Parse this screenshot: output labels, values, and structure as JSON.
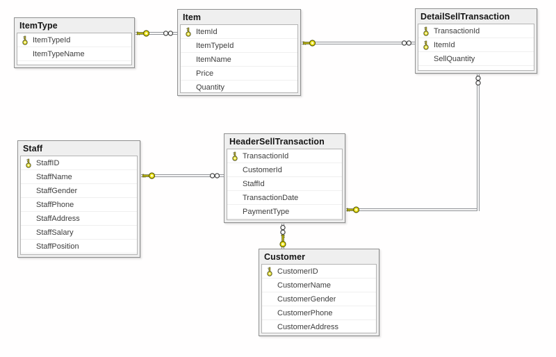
{
  "diagram": {
    "kind": "database-entity-relationship-diagram",
    "tables": [
      {
        "name": "ItemType",
        "columns": [
          {
            "name": "ItemTypeId",
            "primary_key": true
          },
          {
            "name": "ItemTypeName",
            "primary_key": false
          }
        ]
      },
      {
        "name": "Item",
        "columns": [
          {
            "name": "ItemId",
            "primary_key": true
          },
          {
            "name": "ItemTypeId",
            "primary_key": false
          },
          {
            "name": "ItemName",
            "primary_key": false
          },
          {
            "name": "Price",
            "primary_key": false
          },
          {
            "name": "Quantity",
            "primary_key": false
          }
        ]
      },
      {
        "name": "DetailSellTransaction",
        "columns": [
          {
            "name": "TransactionId",
            "primary_key": true
          },
          {
            "name": "ItemId",
            "primary_key": true
          },
          {
            "name": "SellQuantity",
            "primary_key": false
          }
        ]
      },
      {
        "name": "Staff",
        "columns": [
          {
            "name": "StaffID",
            "primary_key": true
          },
          {
            "name": "StaffName",
            "primary_key": false
          },
          {
            "name": "StaffGender",
            "primary_key": false
          },
          {
            "name": "StaffPhone",
            "primary_key": false
          },
          {
            "name": "StaffAddress",
            "primary_key": false
          },
          {
            "name": "StaffSalary",
            "primary_key": false
          },
          {
            "name": "StaffPosition",
            "primary_key": false
          }
        ]
      },
      {
        "name": "HeaderSellTransaction",
        "columns": [
          {
            "name": "TransactionId",
            "primary_key": true
          },
          {
            "name": "CustomerId",
            "primary_key": false
          },
          {
            "name": "StaffId",
            "primary_key": false
          },
          {
            "name": "TransactionDate",
            "primary_key": false
          },
          {
            "name": "PaymentType",
            "primary_key": false
          }
        ]
      },
      {
        "name": "Customer",
        "columns": [
          {
            "name": "CustomerID",
            "primary_key": true
          },
          {
            "name": "CustomerName",
            "primary_key": false
          },
          {
            "name": "CustomerGender",
            "primary_key": false
          },
          {
            "name": "CustomerPhone",
            "primary_key": false
          },
          {
            "name": "CustomerAddress",
            "primary_key": false
          }
        ]
      }
    ],
    "relationships": [
      {
        "one_side": "ItemType",
        "many_side": "Item",
        "one_symbol": "key",
        "many_symbol": "infinity"
      },
      {
        "one_side": "Item",
        "many_side": "DetailSellTransaction",
        "one_symbol": "key",
        "many_symbol": "infinity"
      },
      {
        "one_side": "Staff",
        "many_side": "HeaderSellTransaction",
        "one_symbol": "key",
        "many_symbol": "infinity"
      },
      {
        "one_side": "HeaderSellTransaction",
        "many_side": "DetailSellTransaction",
        "one_symbol": "key",
        "many_symbol": "infinity"
      },
      {
        "one_side": "Customer",
        "many_side": "HeaderSellTransaction",
        "one_symbol": "key",
        "many_symbol": "infinity"
      }
    ],
    "icons": {
      "primary_key_icon": "gold-key",
      "key_end_icon": "gold-key (one side of relationship)",
      "infinity_end_icon": "double-circle infinity (many side of relationship)"
    },
    "colors": {
      "background": "#ffffff",
      "table_fill": "#efefef",
      "table_border": "#8f8f8f",
      "body_fill": "#ffffff",
      "line": "#8f9296",
      "key_fill": "#ede41f",
      "key_stroke": "#6b6b00",
      "text": "#3c3c3c",
      "title_text": "#141414"
    }
  }
}
